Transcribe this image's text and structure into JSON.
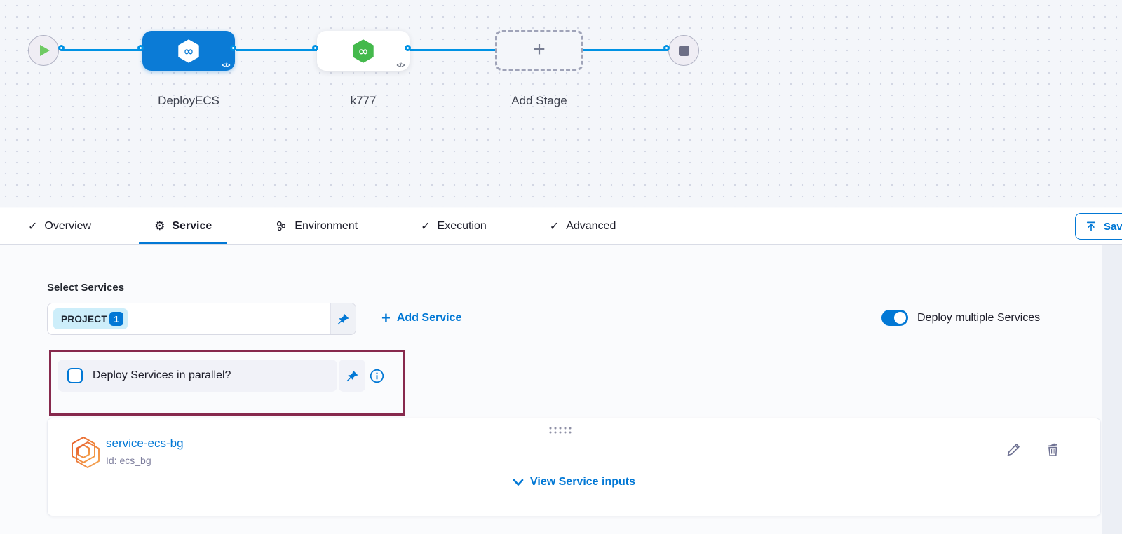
{
  "colors": {
    "accent": "#0278d5",
    "connector_blue": "#0092e4",
    "stage_green": "#44b94c",
    "annotation_maroon": "#87294d",
    "service_icon_orange": "#ee7624",
    "chip_background": "#cdeefa"
  },
  "icons": {
    "check": "✓",
    "gear": "⚙",
    "plus": "+",
    "infinity": "∞",
    "code": "</>"
  },
  "pipeline": {
    "stage1": {
      "name": "DeployECS",
      "code_badge": "</>"
    },
    "stage2": {
      "name": "k777",
      "code_badge": "</>"
    },
    "add_stage": {
      "label": "Add Stage",
      "plus": "+"
    }
  },
  "tabs": {
    "items": [
      {
        "label": "Overview",
        "icon": "check",
        "active": false
      },
      {
        "label": "Service",
        "icon": "gear",
        "active": true
      },
      {
        "label": "Environment",
        "icon": "environment",
        "active": false
      },
      {
        "label": "Execution",
        "icon": "check",
        "active": false
      },
      {
        "label": "Advanced",
        "icon": "check",
        "active": false
      }
    ]
  },
  "toolbar": {
    "save_label": "Save"
  },
  "service_section": {
    "select_services_label": "Select Services",
    "selected_chip": {
      "text": "PROJECT",
      "count": "1"
    },
    "add_service_label": "Add Service",
    "deploy_multiple": {
      "label": "Deploy multiple Services",
      "on": true
    },
    "parallel_checkbox": {
      "label": "Deploy Services in parallel?",
      "checked": false
    },
    "service_card": {
      "name": "service-ecs-bg",
      "id_text": "Id: ecs_bg",
      "view_inputs_label": "View Service inputs"
    }
  }
}
